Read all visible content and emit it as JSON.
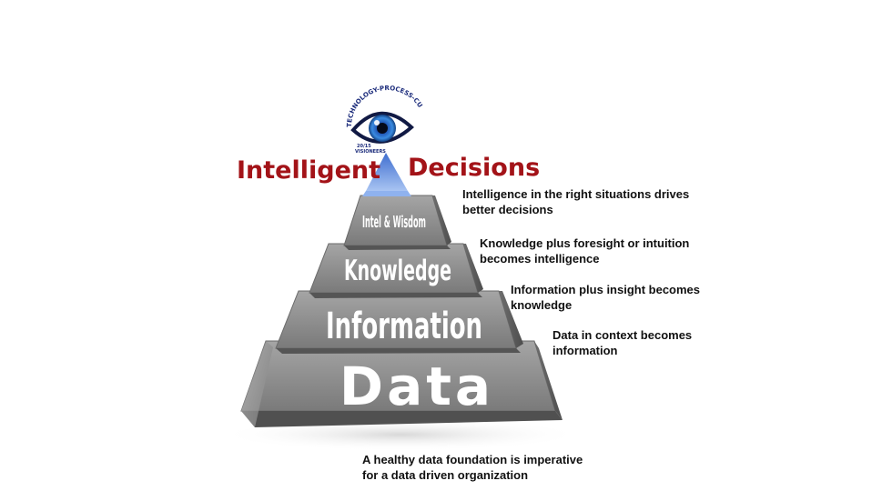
{
  "title": {
    "left": "Intelligent",
    "right": "Decisions"
  },
  "logo": {
    "arc_text": "TECHNOLOGY-PROCESS-CULTURE-DATA",
    "line1": "20/15",
    "line2": "VISIONEERS",
    "icon": "eye-icon"
  },
  "pyramid": {
    "tiers": [
      "Data",
      "Information",
      "Knowledge",
      "Intel & Wisdom"
    ]
  },
  "notes": [
    "Intelligence in the right situations drives better decisions",
    "Knowledge plus foresight or intuition becomes intelligence",
    "Information plus insight becomes knowledge",
    "Data in context becomes information"
  ],
  "footer": "A healthy data foundation is imperative for a data driven organization",
  "colors": {
    "title": "#a31318",
    "apex": "#6f98e6",
    "tier_front": "#8c8c8c",
    "tier_side": "#5e5e5e"
  }
}
